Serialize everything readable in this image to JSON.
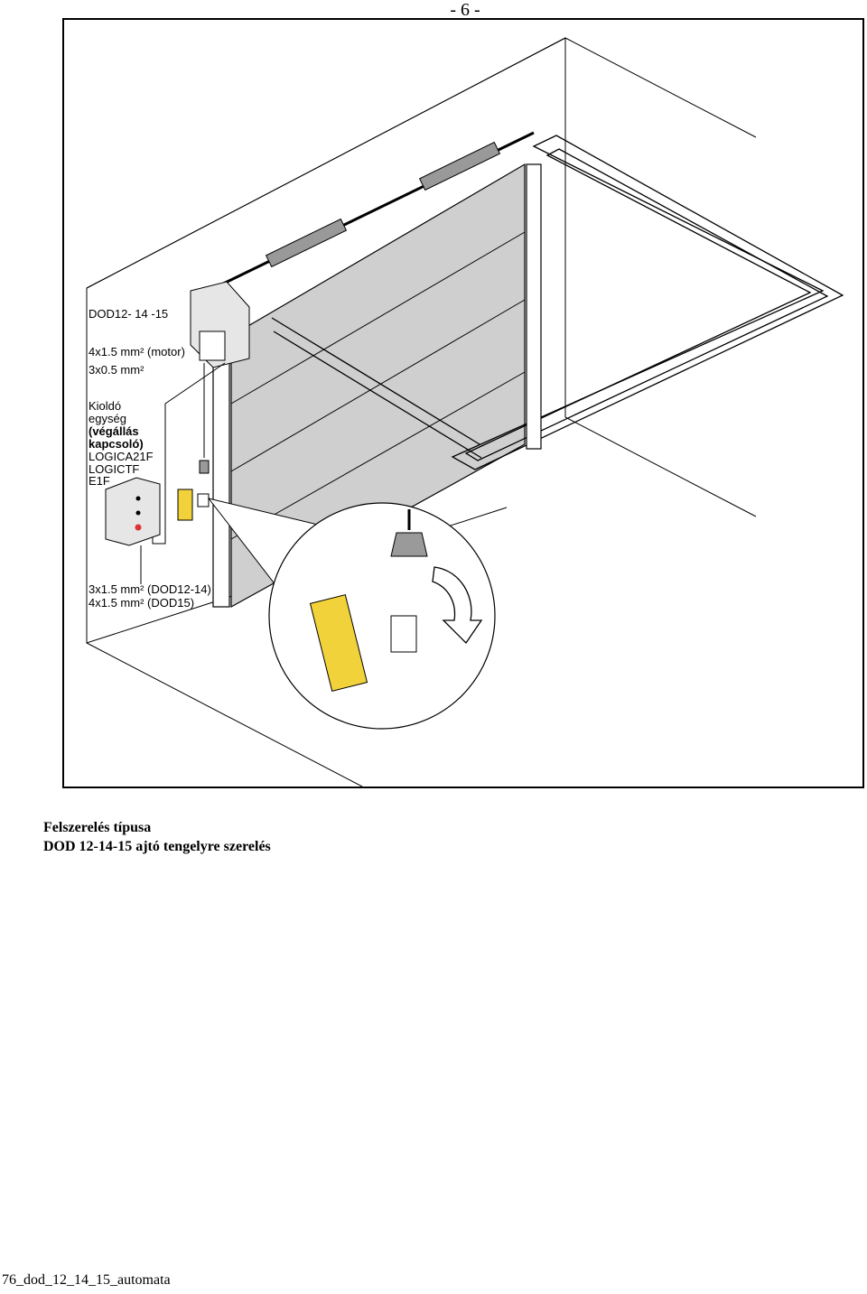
{
  "page": {
    "number": "- 6 -"
  },
  "figure": {
    "labels": {
      "model": "DOD12- 14 -15",
      "motor_cable": "4x1.5 mm² (motor)",
      "signal_cable": "3x0.5 mm²",
      "release_line1": "Kioldó",
      "release_line2": "egység",
      "limit_line1": "(végállás",
      "limit_line2": "kapcsoló)",
      "ctrl1": "LOGICA21F",
      "ctrl2": "LOGICTF",
      "ctrl3": "E1F",
      "supply1": "3x1.5 mm² (DOD12-14)",
      "supply2": "4x1.5 mm² (DOD15)"
    }
  },
  "caption": {
    "line1": "Felszerelés típusa",
    "line2": "DOD 12-14-15 ajtó tengelyre szerelés"
  },
  "footer": {
    "filename": "76_dod_12_14_15_automata"
  }
}
